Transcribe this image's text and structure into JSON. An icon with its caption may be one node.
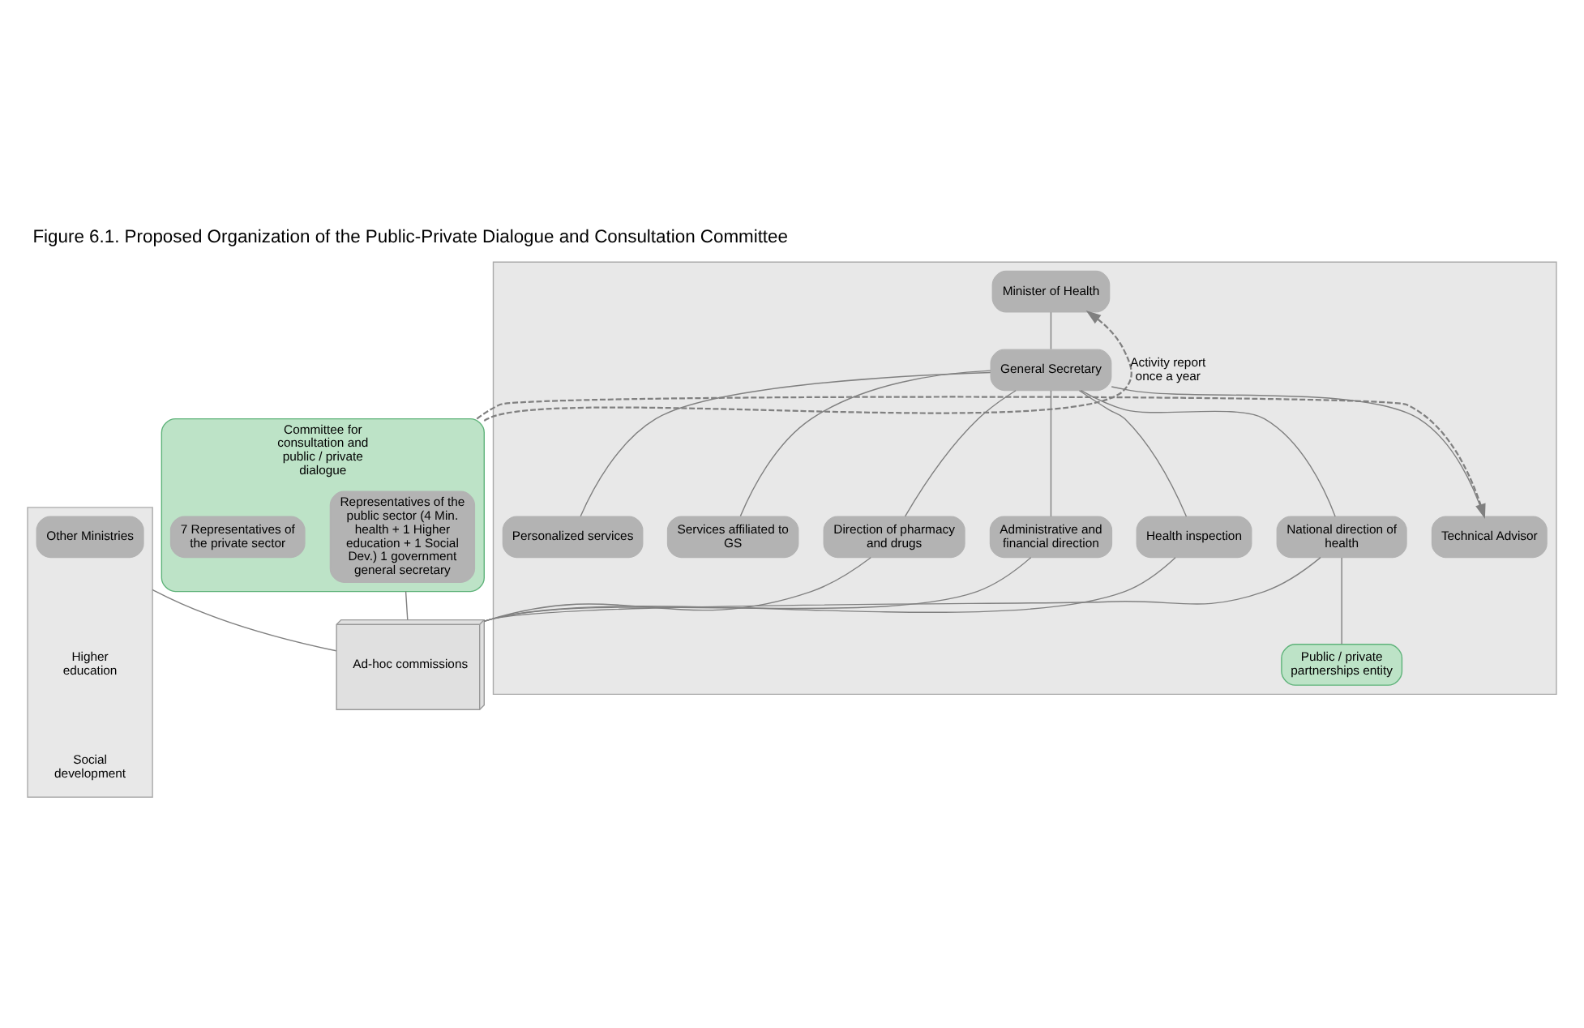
{
  "diagram": {
    "title": "Figure 6.1. Proposed Organization of the Public-Private Dialogue and Consultation Committee",
    "nodes": [
      {
        "text": [],
        "shape": "box"
      },
      {
        "text": [
          "Other Ministries"
        ],
        "in": 0
      },
      {
        "text": [],
        "shape": "box"
      },
      {
        "text": [
          "Minister of Health"
        ],
        "in": 2
      },
      {
        "text": [
          "General Secretary"
        ],
        "in": 2
      },
      {
        "text": [
          "Technical Advisor"
        ],
        "in": 2
      },
      {
        "text": [
          "Personalized services"
        ],
        "in": 2
      },
      {
        "text": [
          "Services affiliated to GS"
        ],
        "in": 2
      },
      {
        "text": [
          "National direction of health"
        ],
        "in": 2
      },
      {
        "text": [
          "Direction of pharmacy and drugs"
        ],
        "in": 2
      },
      {
        "text": [
          "Administrative and financial direction"
        ],
        "in": 2
      },
      {
        "text": [
          "Health inspection"
        ],
        "in": 2
      },
      {
        "text": [
          "Public / private partnerships entity"
        ],
        "in": 2
      },
      {
        "text": [
          "Committee for consultation and public / private dialogue"
        ]
      },
      {
        "text": [
          "Representatives of the public sector (4 Min. health + 1 Higher education + 1 Social Dev.) 1 government general secretary"
        ],
        "in": 13
      },
      {
        "text": [
          "7 Representatives of the private sector"
        ],
        "in": 13
      },
      {
        "text": [
          "Ad-hoc commissions"
        ]
      }
    ],
    "edges": [
      {
        "from": 3,
        "to": 4,
        "arrow": "none"
      },
      {
        "from": 4,
        "to": 5,
        "arrow": "none"
      },
      {
        "from": 4,
        "to": 6,
        "arrow": "none"
      },
      {
        "from": 4,
        "to": 7,
        "arrow": "none"
      },
      {
        "from": 4,
        "to": 8,
        "arrow": "none"
      },
      {
        "from": 4,
        "to": 9,
        "arrow": "none"
      },
      {
        "from": 4,
        "to": 10,
        "arrow": "none"
      },
      {
        "from": 4,
        "to": 11,
        "arrow": "none"
      },
      {
        "from": 8,
        "to": 12,
        "arrow": "none"
      },
      {
        "from": 13,
        "to": 3,
        "arrow": "to",
        "style": "dashed",
        "label": "Activity report once a year"
      },
      {
        "from": 13,
        "to": 5,
        "arrow": "to",
        "style": "dashed"
      },
      {
        "from": 0,
        "to": 16,
        "arrow": "none"
      },
      {
        "from": 8,
        "to": 16,
        "arrow": "none"
      },
      {
        "from": 9,
        "to": 16,
        "arrow": "none"
      },
      {
        "from": 10,
        "to": 16,
        "arrow": "none"
      },
      {
        "from": 11,
        "to": 16,
        "arrow": "none"
      },
      {
        "from": 13,
        "to": 16,
        "arrow": "none"
      }
    ],
    "labels": [
      "Higher education",
      "Social development"
    ]
  }
}
